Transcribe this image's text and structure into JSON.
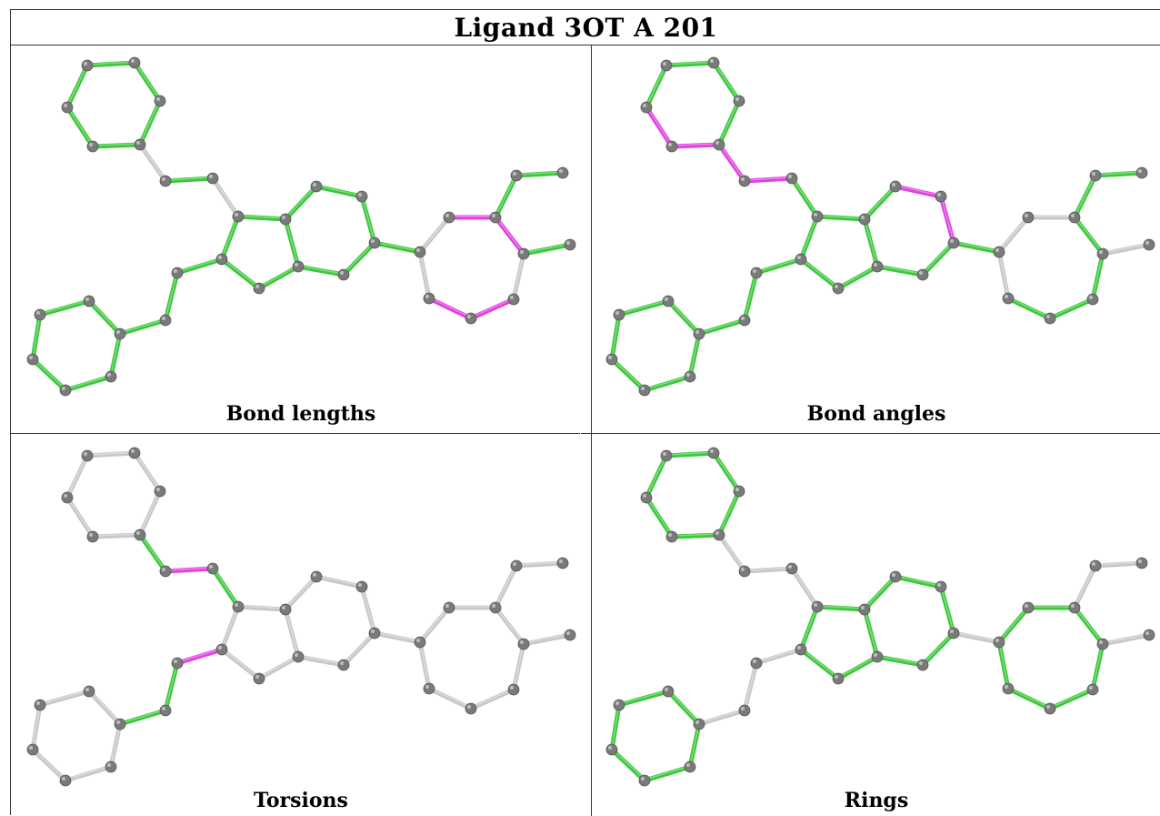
{
  "title": "Ligand 3OT A 201",
  "panels": [
    {
      "caption": "Bond lengths",
      "highlight": "lengths"
    },
    {
      "caption": "Bond angles",
      "highlight": "angles"
    },
    {
      "caption": "Torsions",
      "highlight": "torsions"
    },
    {
      "caption": "Rings",
      "highlight": "rings"
    }
  ],
  "colors": {
    "ok": "#3cc83c",
    "outlier": "#e040e0",
    "unassessed": "#c8c8c8",
    "atom": "#7a7a7a"
  }
}
